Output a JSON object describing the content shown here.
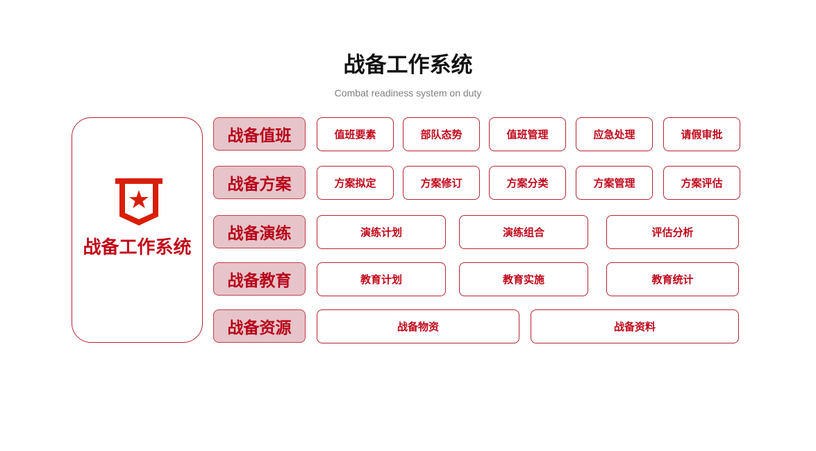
{
  "title": "战备工作系统",
  "subtitle": "Combat readiness system on duty",
  "main_label": "战备工作系统",
  "colors": {
    "accent": "#c0081a",
    "category_fill": "#e6c4c9",
    "icon": "#d81e06"
  },
  "rows": [
    {
      "category": "战备值班",
      "items": [
        "值班要素",
        "部队态势",
        "值班管理",
        "应急处理",
        "请假审批"
      ]
    },
    {
      "category": "战备方案",
      "items": [
        "方案拟定",
        "方案修订",
        "方案分类",
        "方案管理",
        "方案评估"
      ]
    },
    {
      "category": "战备演练",
      "items": [
        "演练计划",
        "演练组合",
        "评估分析"
      ]
    },
    {
      "category": "战备教育",
      "items": [
        "教育计划",
        "教育实施",
        "教育统计"
      ]
    },
    {
      "category": "战备资源",
      "items": [
        "战备物资",
        "战备资料"
      ]
    }
  ]
}
